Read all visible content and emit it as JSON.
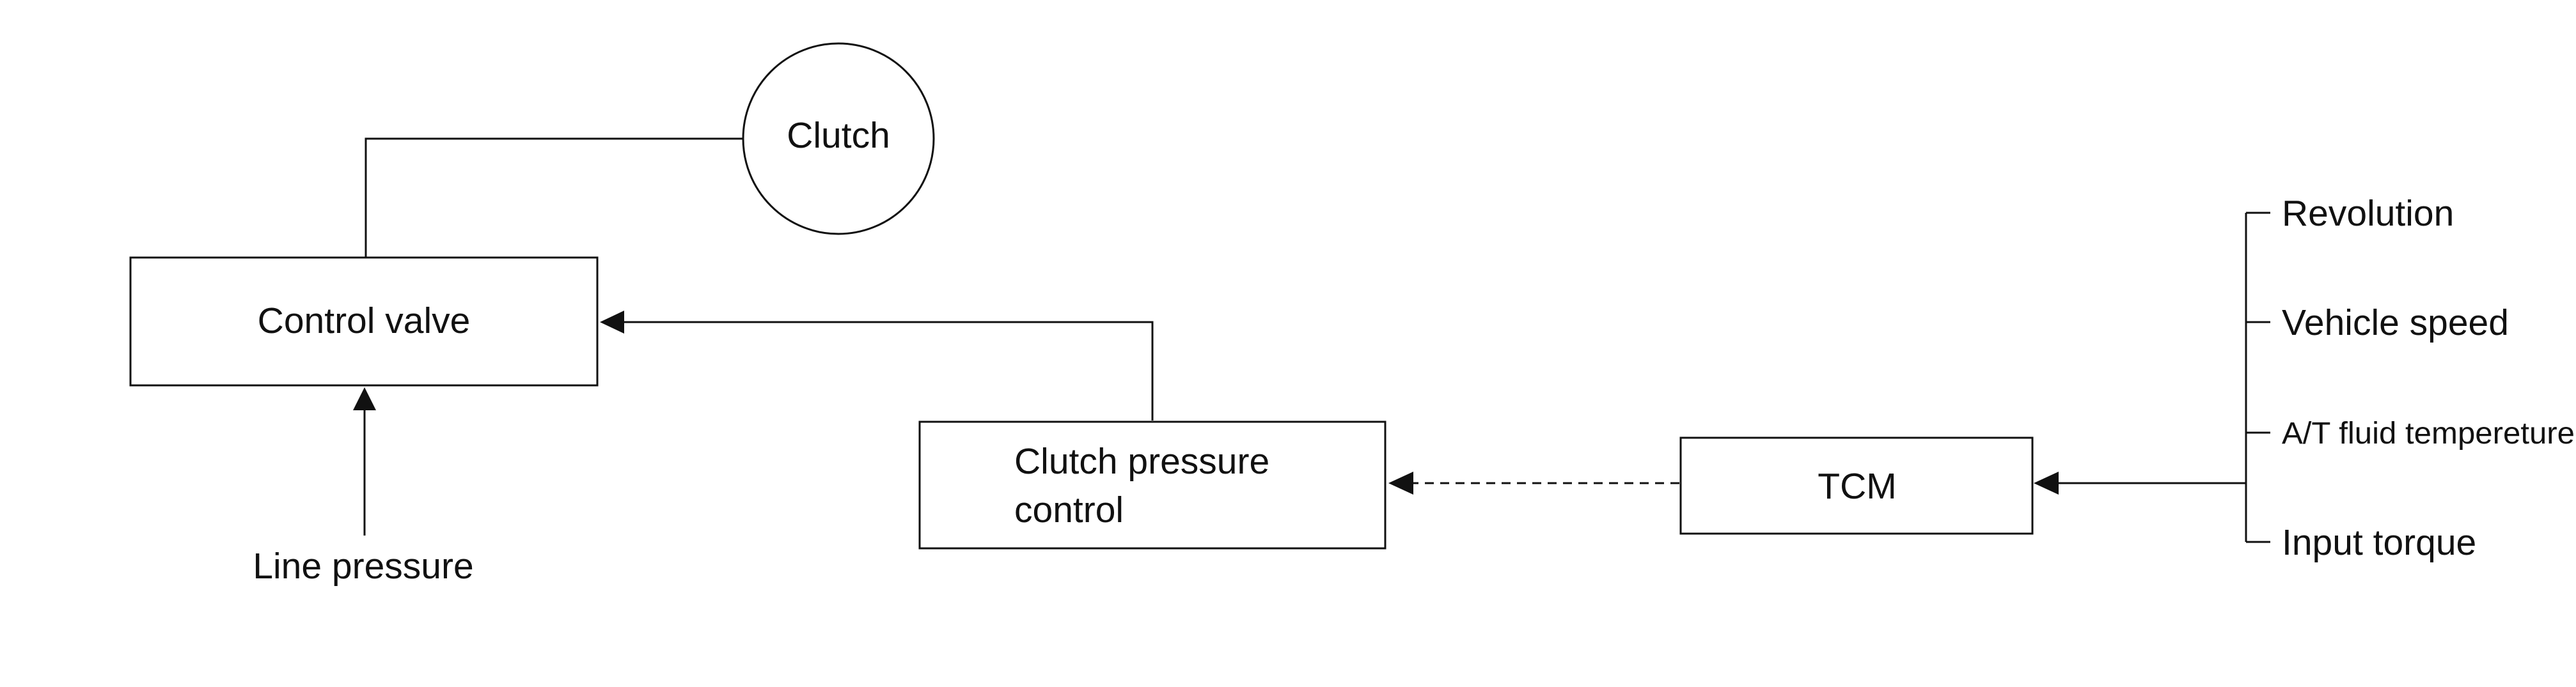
{
  "diagram": {
    "nodes": {
      "clutch": "Clutch",
      "control_valve": "Control valve",
      "line_pressure": "Line pressure",
      "clutch_pressure_control": [
        "Clutch pressure",
        "control"
      ],
      "tcm": "TCM"
    },
    "inputs": [
      "Revolution",
      "Vehicle speed",
      "A/T fluid tempereture",
      "Input torque"
    ]
  },
  "colors": {
    "line": "#111111",
    "background": "#ffffff"
  }
}
